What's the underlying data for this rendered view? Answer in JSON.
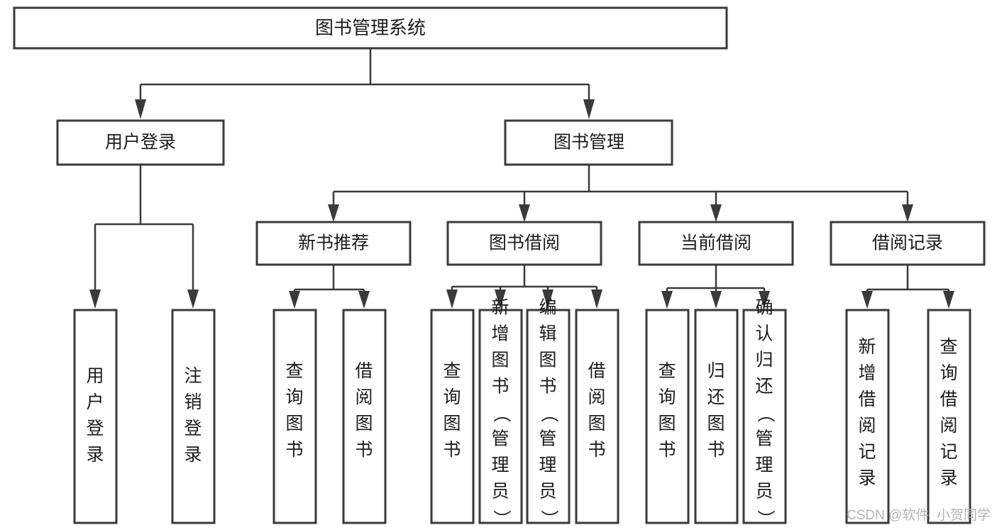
{
  "diagram": {
    "type": "tree-hierarchy",
    "title": "图书管理系统",
    "orientation": "top-down",
    "colors": {
      "box_stroke": "#3a3a3a",
      "box_fill": "#ffffff",
      "connector": "#3a3a3a",
      "text": "#1c1c1c",
      "background": "#ffffff",
      "watermark": "#b4b4b4"
    },
    "root": {
      "label": "图书管理系统"
    },
    "level2": [
      {
        "label": "用户登录"
      },
      {
        "label": "图书管理"
      }
    ],
    "level3": [
      {
        "label": "新书推荐"
      },
      {
        "label": "图书借阅"
      },
      {
        "label": "当前借阅"
      },
      {
        "label": "借阅记录"
      }
    ],
    "leaves": {
      "user_login": [
        {
          "label": "用户登录"
        },
        {
          "label": "注销登录"
        }
      ],
      "new_book_recommend": [
        {
          "label": "查询图书"
        },
        {
          "label": "借阅图书"
        }
      ],
      "book_borrow": [
        {
          "label": "查询图书"
        },
        {
          "label": "新增图书（管理员）"
        },
        {
          "label": "编辑图书（管理员）"
        },
        {
          "label": "借阅图书"
        }
      ],
      "current_borrow": [
        {
          "label": "查询图书"
        },
        {
          "label": "归还图书"
        },
        {
          "label": "确认归还（管理员）"
        }
      ],
      "borrow_records": [
        {
          "label": "新增借阅记录"
        },
        {
          "label": "查询借阅记录"
        }
      ]
    }
  },
  "watermark": {
    "text": "CSDN @软件_小贺同学"
  }
}
